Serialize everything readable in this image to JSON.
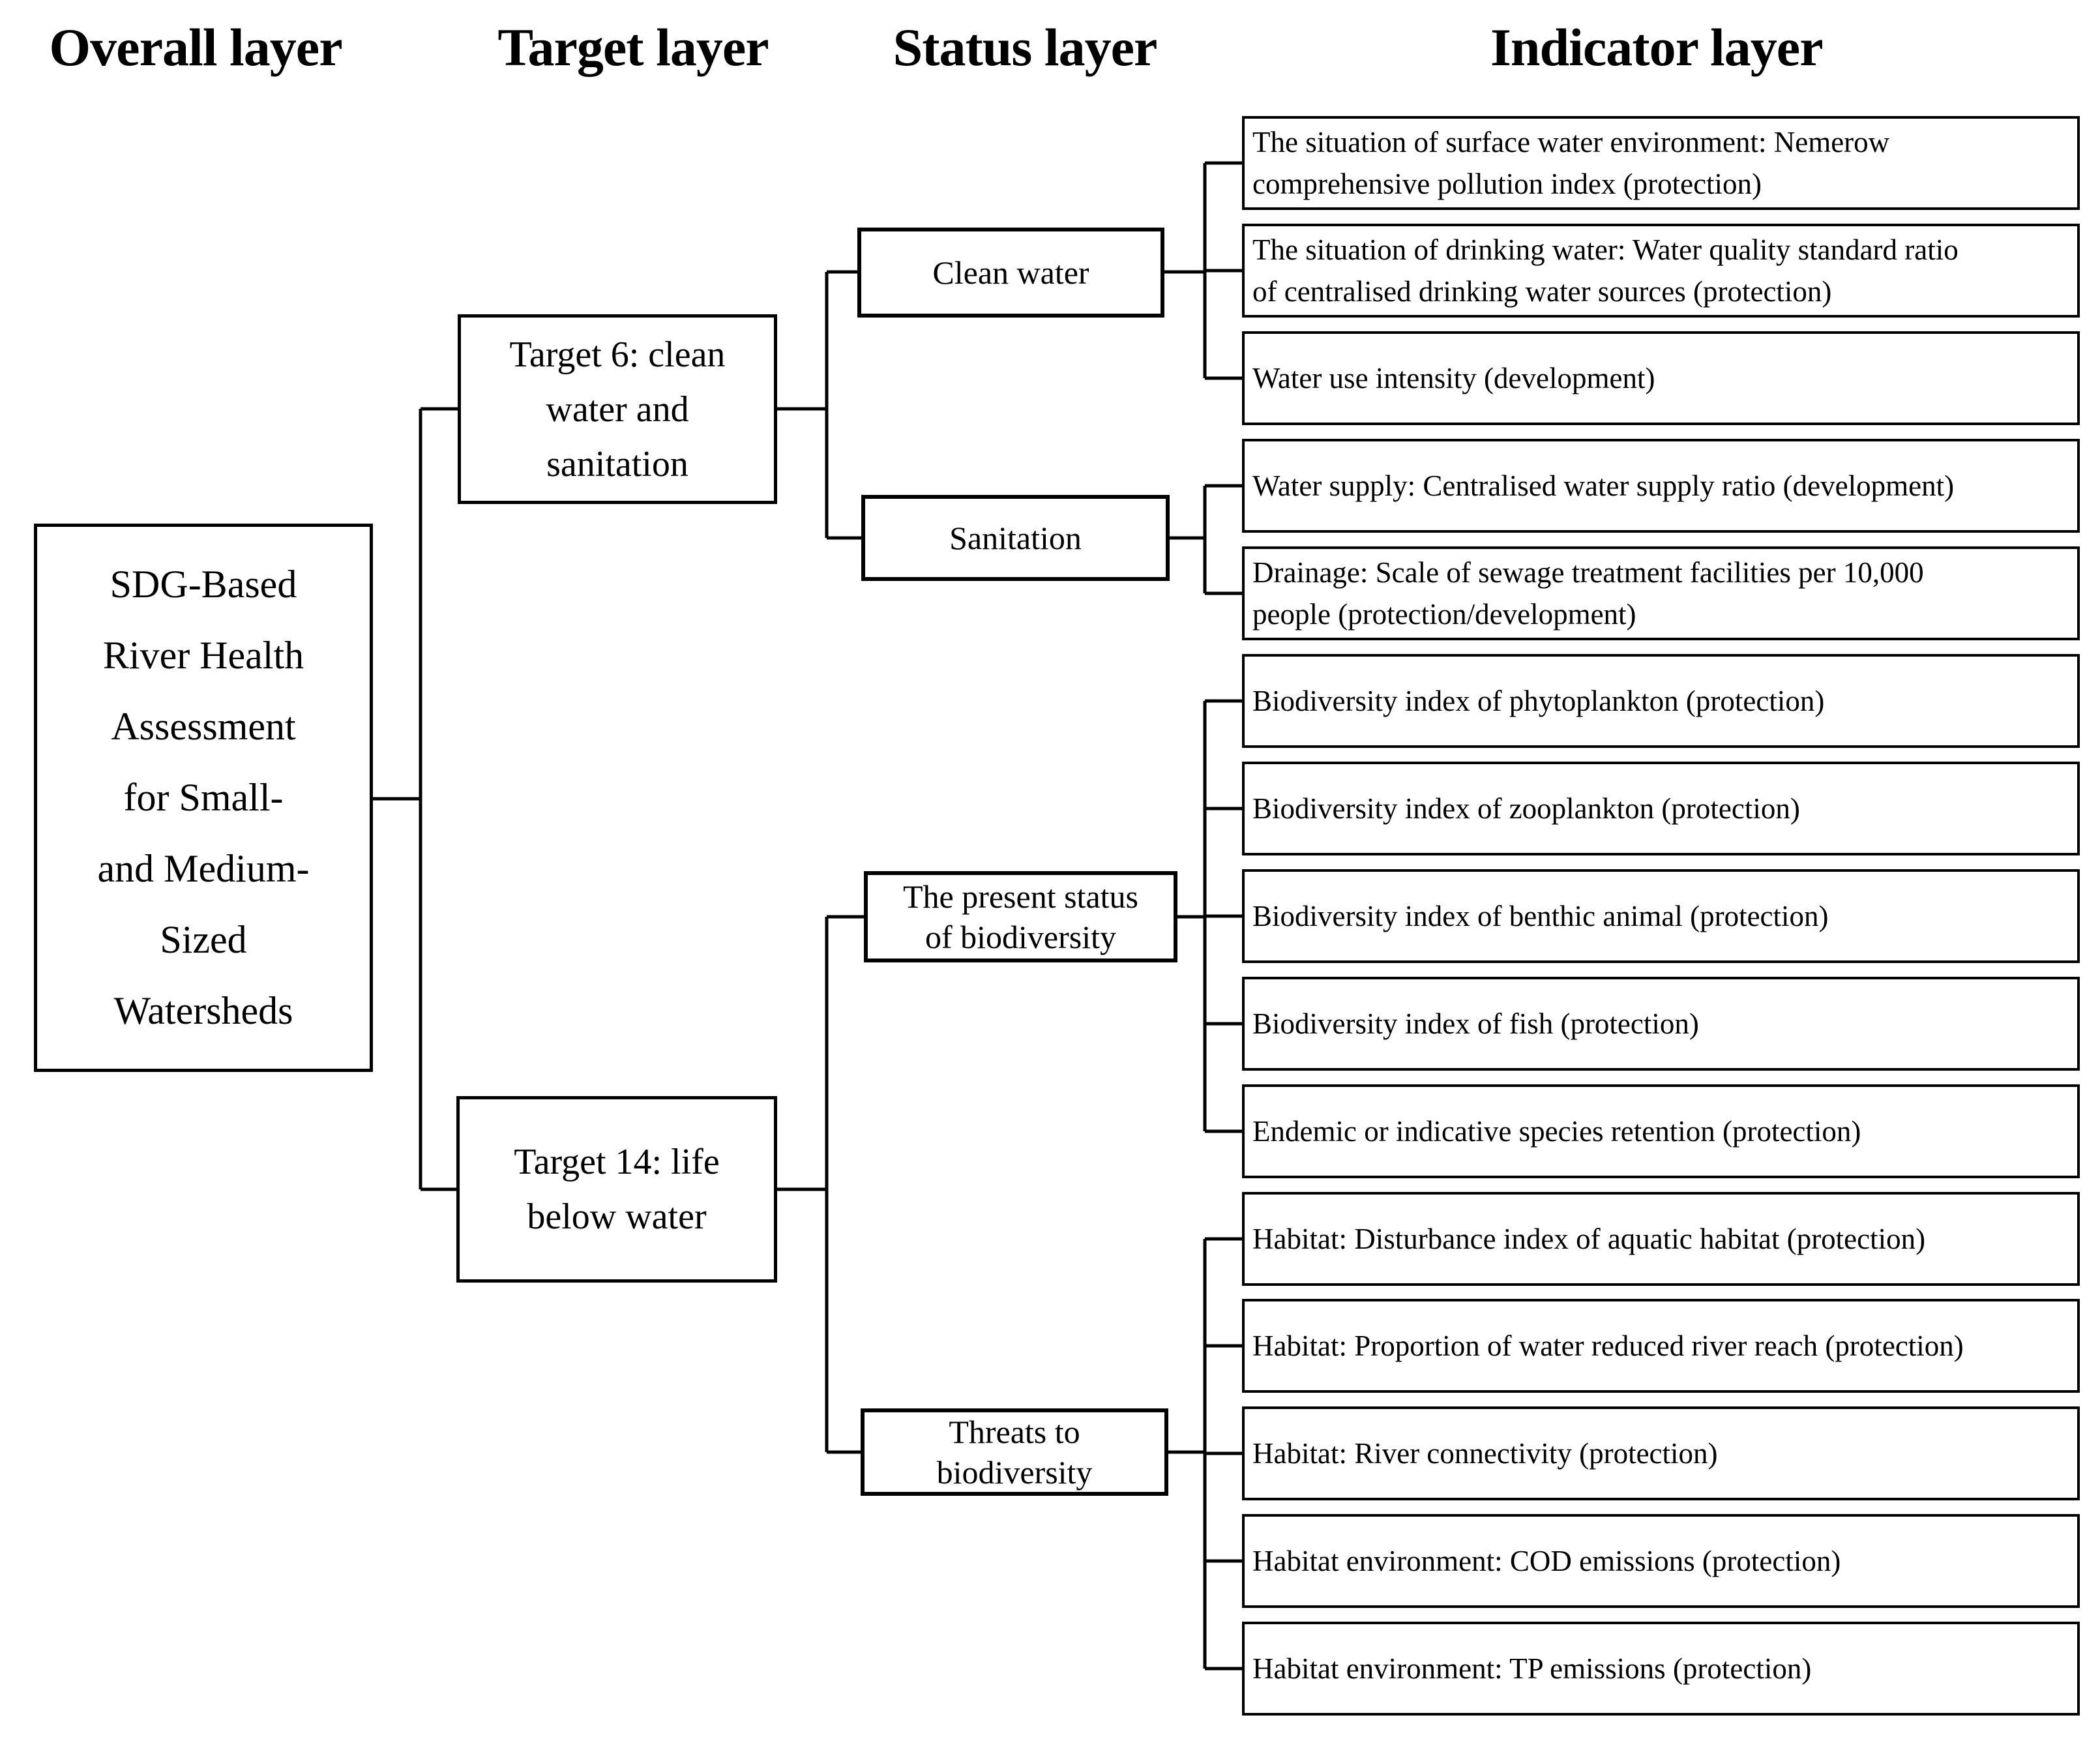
{
  "headers": {
    "overall": "Overall layer",
    "target": "Target layer",
    "status": "Status layer",
    "indicator": "Indicator layer"
  },
  "overall": {
    "label": "SDG-Based\nRiver Health\nAssessment\nfor Small-\nand Medium-\nSized\nWatersheds"
  },
  "targets": [
    {
      "label": "Target 6: clean\nwater and\nsanitation"
    },
    {
      "label": "Target 14: life\nbelow water"
    }
  ],
  "statuses": [
    {
      "label": "Clean water"
    },
    {
      "label": "Sanitation"
    },
    {
      "label": "The present status\nof biodiversity"
    },
    {
      "label": "Threats to\nbiodiversity"
    }
  ],
  "indicators": [
    {
      "label": "The situation of surface water environment: Nemerow\ncomprehensive pollution index (protection)"
    },
    {
      "label": "The situation of drinking water: Water quality standard ratio\nof centralised drinking water sources (protection)"
    },
    {
      "label": "Water use intensity (development)"
    },
    {
      "label": "Water supply: Centralised water supply ratio (development)"
    },
    {
      "label": "Drainage: Scale of sewage treatment facilities per 10,000\npeople (protection/development)"
    },
    {
      "label": "Biodiversity index of phytoplankton (protection)"
    },
    {
      "label": "Biodiversity index of zooplankton (protection)"
    },
    {
      "label": "Biodiversity index of benthic animal (protection)"
    },
    {
      "label": "Biodiversity index of fish (protection)"
    },
    {
      "label": "Endemic or indicative species retention (protection)"
    },
    {
      "label": "Habitat: Disturbance index of aquatic habitat (protection)"
    },
    {
      "label": "Habitat: Proportion of water reduced river reach (protection)"
    },
    {
      "label": "Habitat: River connectivity (protection)"
    },
    {
      "label": "Habitat environment: COD emissions (protection)"
    },
    {
      "label": "Habitat environment: TP emissions (protection)"
    }
  ],
  "colors": {
    "line": "#000000",
    "background": "#ffffff",
    "text": "#000000"
  }
}
